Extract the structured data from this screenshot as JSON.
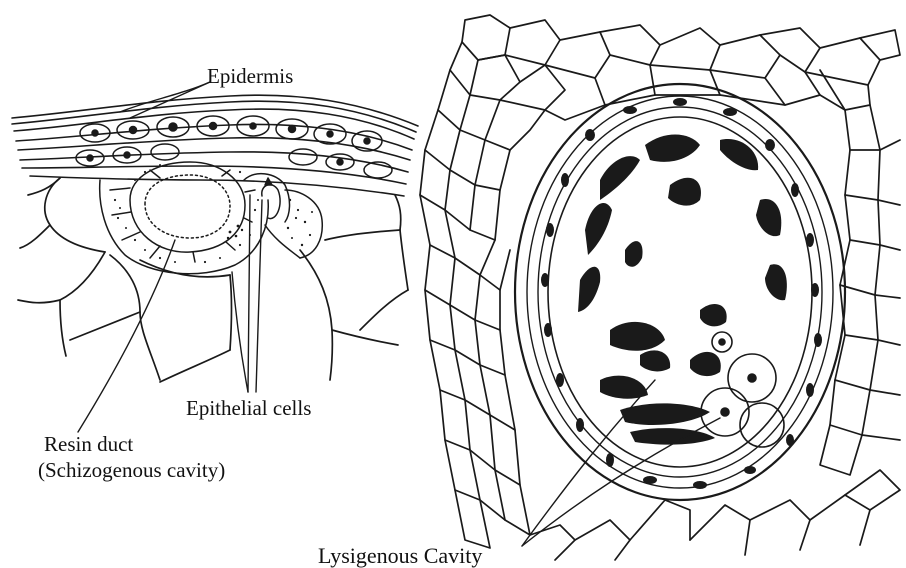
{
  "labels": {
    "epidermis": "Epidermis",
    "epithelial_cells": "Epithelial cells",
    "resin_duct_line1": "Resin duct",
    "resin_duct_line2": "(Schizogenous cavity)",
    "lysigenous_cavity": "Lysigenous Cavity"
  }
}
